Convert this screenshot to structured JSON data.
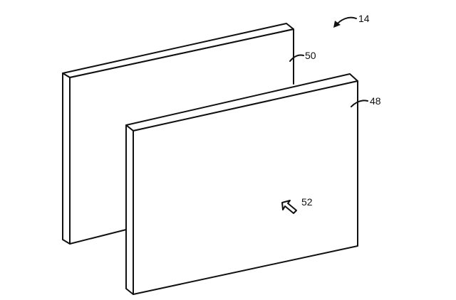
{
  "figure": {
    "labels": {
      "assembly": "14",
      "rear_panel": "50",
      "front_panel": "48",
      "front_surface": "52"
    },
    "colors": {
      "line": "#111111",
      "background": "#ffffff"
    }
  }
}
